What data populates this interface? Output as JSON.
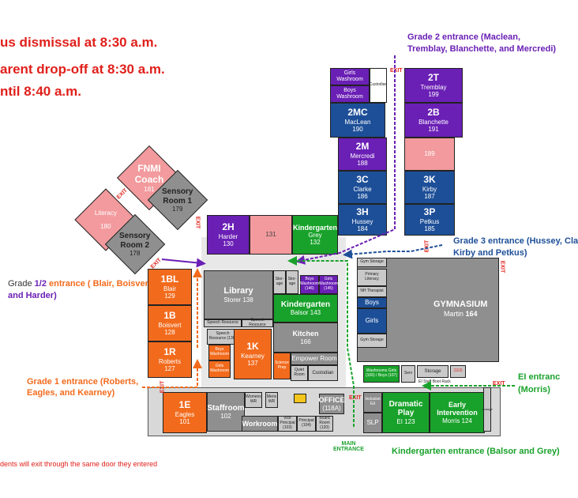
{
  "notes": {
    "bus": "us dismissal at 8:30 a.m.",
    "parent": "arent drop-off at 8:30 a.m.",
    "until": "ntil  8:40 a.m.",
    "exit_rule": "dents will exit through the same door they entered"
  },
  "entrances": {
    "grade2": "Grade 2 entrance (Maclean, Tremblay, Blanchette, and Mercredi)",
    "grade3": "Grade 3 entrance (Hussey, Cla",
    "grade3b": "Kirby and Petkus)",
    "grade12_a": "Grade ",
    "grade12_b": "1/2",
    "grade12_c": " entrance ( Blair, Boisvert,",
    "grade12_d": "and Harder)",
    "grade1_a": "Grade 1 entrance (Roberts,",
    "grade1_b": "Eagles, and Kearney)",
    "ei_a": "EI entranc",
    "ei_b": "(Morris)",
    "main": "MAIN",
    "main2": "ENTRANCE",
    "kindergarten": "Kindergarten entrance (Balsor and Grey)"
  },
  "exit_label": "EXIT",
  "rooms": {
    "fnmi": {
      "code": "FNMI",
      "name": "Coach",
      "num": "181"
    },
    "sensory1": {
      "code": "Sensory",
      "name": "Room 1",
      "num": "179"
    },
    "literacy": {
      "code": "Literacy",
      "num": "180"
    },
    "sensory2": {
      "code": "Sensory",
      "name": "Room 2",
      "num": "178"
    },
    "r2h": {
      "code": "2H",
      "name": "Harder",
      "num": "130"
    },
    "r131": {
      "num": "131"
    },
    "kgrey": {
      "code": "Kindergarten",
      "name": "Grey",
      "num": "132"
    },
    "girls_wr": {
      "name": "Girls Washroom"
    },
    "boys_wr": {
      "name": "Boys Washroom"
    },
    "custodian_top": {
      "name": "Custodian"
    },
    "r2t": {
      "code": "2T",
      "name": "Tremblay",
      "num": "199"
    },
    "r2mc": {
      "code": "2MC",
      "name": "MacLean",
      "num": "190"
    },
    "r2b": {
      "code": "2B",
      "name": "Blanchette",
      "num": "191"
    },
    "r2m": {
      "code": "2M",
      "name": "Mercredi",
      "num": "188"
    },
    "r189": {
      "num": "189"
    },
    "r3c": {
      "code": "3C",
      "name": "Clarke",
      "num": "186"
    },
    "r3k": {
      "code": "3K",
      "name": "Kirby",
      "num": "187"
    },
    "r3h": {
      "code": "3H",
      "name": "Hussey",
      "num": "184"
    },
    "r3p": {
      "code": "3P",
      "name": "Petkus",
      "num": "185"
    },
    "r1bl": {
      "code": "1BL",
      "name": "Blair",
      "num": "129"
    },
    "r1b": {
      "code": "1B",
      "name": "Boisvert",
      "num": "128"
    },
    "r1r": {
      "code": "1R",
      "name": "Roberts",
      "num": "127"
    },
    "r1e": {
      "code": "1E",
      "name": "Eagles",
      "num": "101"
    },
    "library": {
      "code": "Library",
      "name": "Storer 138"
    },
    "storage1": {
      "name": "Stor-age"
    },
    "storage2": {
      "name": "Stor-age"
    },
    "boys_wr2": {
      "name": "Boys Washroom (146)"
    },
    "girls_wr2": {
      "name": "Girls Washroom (145)"
    },
    "kbalsor": {
      "code": "Kindergarten",
      "name": "Balsor 143"
    },
    "speech_res1": {
      "name": "Speech Resource"
    },
    "speech_res2": {
      "name": "Speech Resource"
    },
    "speech_res3": {
      "name": "Speech Resource (136)"
    },
    "boys_wr3": {
      "name": "Boys Washroom"
    },
    "girls_wr3": {
      "name": "Girls Washroom"
    },
    "r1k": {
      "code": "1K",
      "name": "Kearney",
      "num": "137"
    },
    "kitchen": {
      "code": "Kitchen",
      "num": "166"
    },
    "science": {
      "name": "Science Prep"
    },
    "empower": {
      "name": "Empower Room"
    },
    "quiet": {
      "name": "Quiet Room"
    },
    "custodian": {
      "name": "Custodian"
    },
    "gym_storage1": {
      "name": "Gym Storage"
    },
    "primary_lit": {
      "name": "Primary Literacy"
    },
    "nh_therapist": {
      "name": "NH Therapist"
    },
    "boys_gym": {
      "name": "Boys"
    },
    "girls_gym": {
      "name": "Girls"
    },
    "gym_storage2": {
      "name": "Gym Storage"
    },
    "gym": {
      "code": "GYMNASIUM",
      "name": "Martin",
      "num": "164"
    },
    "washrooms": {
      "name": "Washrooms Girls (106) / Boys (107)"
    },
    "serv": {
      "name": "Serv"
    },
    "storage3": {
      "name": "Storage"
    },
    "r110": {
      "num": "(110)"
    },
    "ei_boot": {
      "name": "EI Staff Boot Rack"
    },
    "staffroom": {
      "code": "Staffroom",
      "num": "102"
    },
    "workroom": {
      "code": "Workroom"
    },
    "womens": {
      "name": "Womens WR"
    },
    "mens": {
      "name": "Mens WR"
    },
    "vp": {
      "name": "Vice Principal (103)"
    },
    "principal": {
      "name": "Principal (104)"
    },
    "board": {
      "name": "Board Room (120)"
    },
    "office": {
      "code": "OFFICE",
      "num": "(118A)"
    },
    "inclusive": {
      "name": "Inclusive Ed"
    },
    "slp": {
      "name": "SLP"
    },
    "drama": {
      "code": "Dramatic Play",
      "name": "EI 123"
    },
    "early": {
      "code": "Early Intervention",
      "name": "Morris 124"
    },
    "lounge": {
      "name": "Lounge"
    }
  }
}
